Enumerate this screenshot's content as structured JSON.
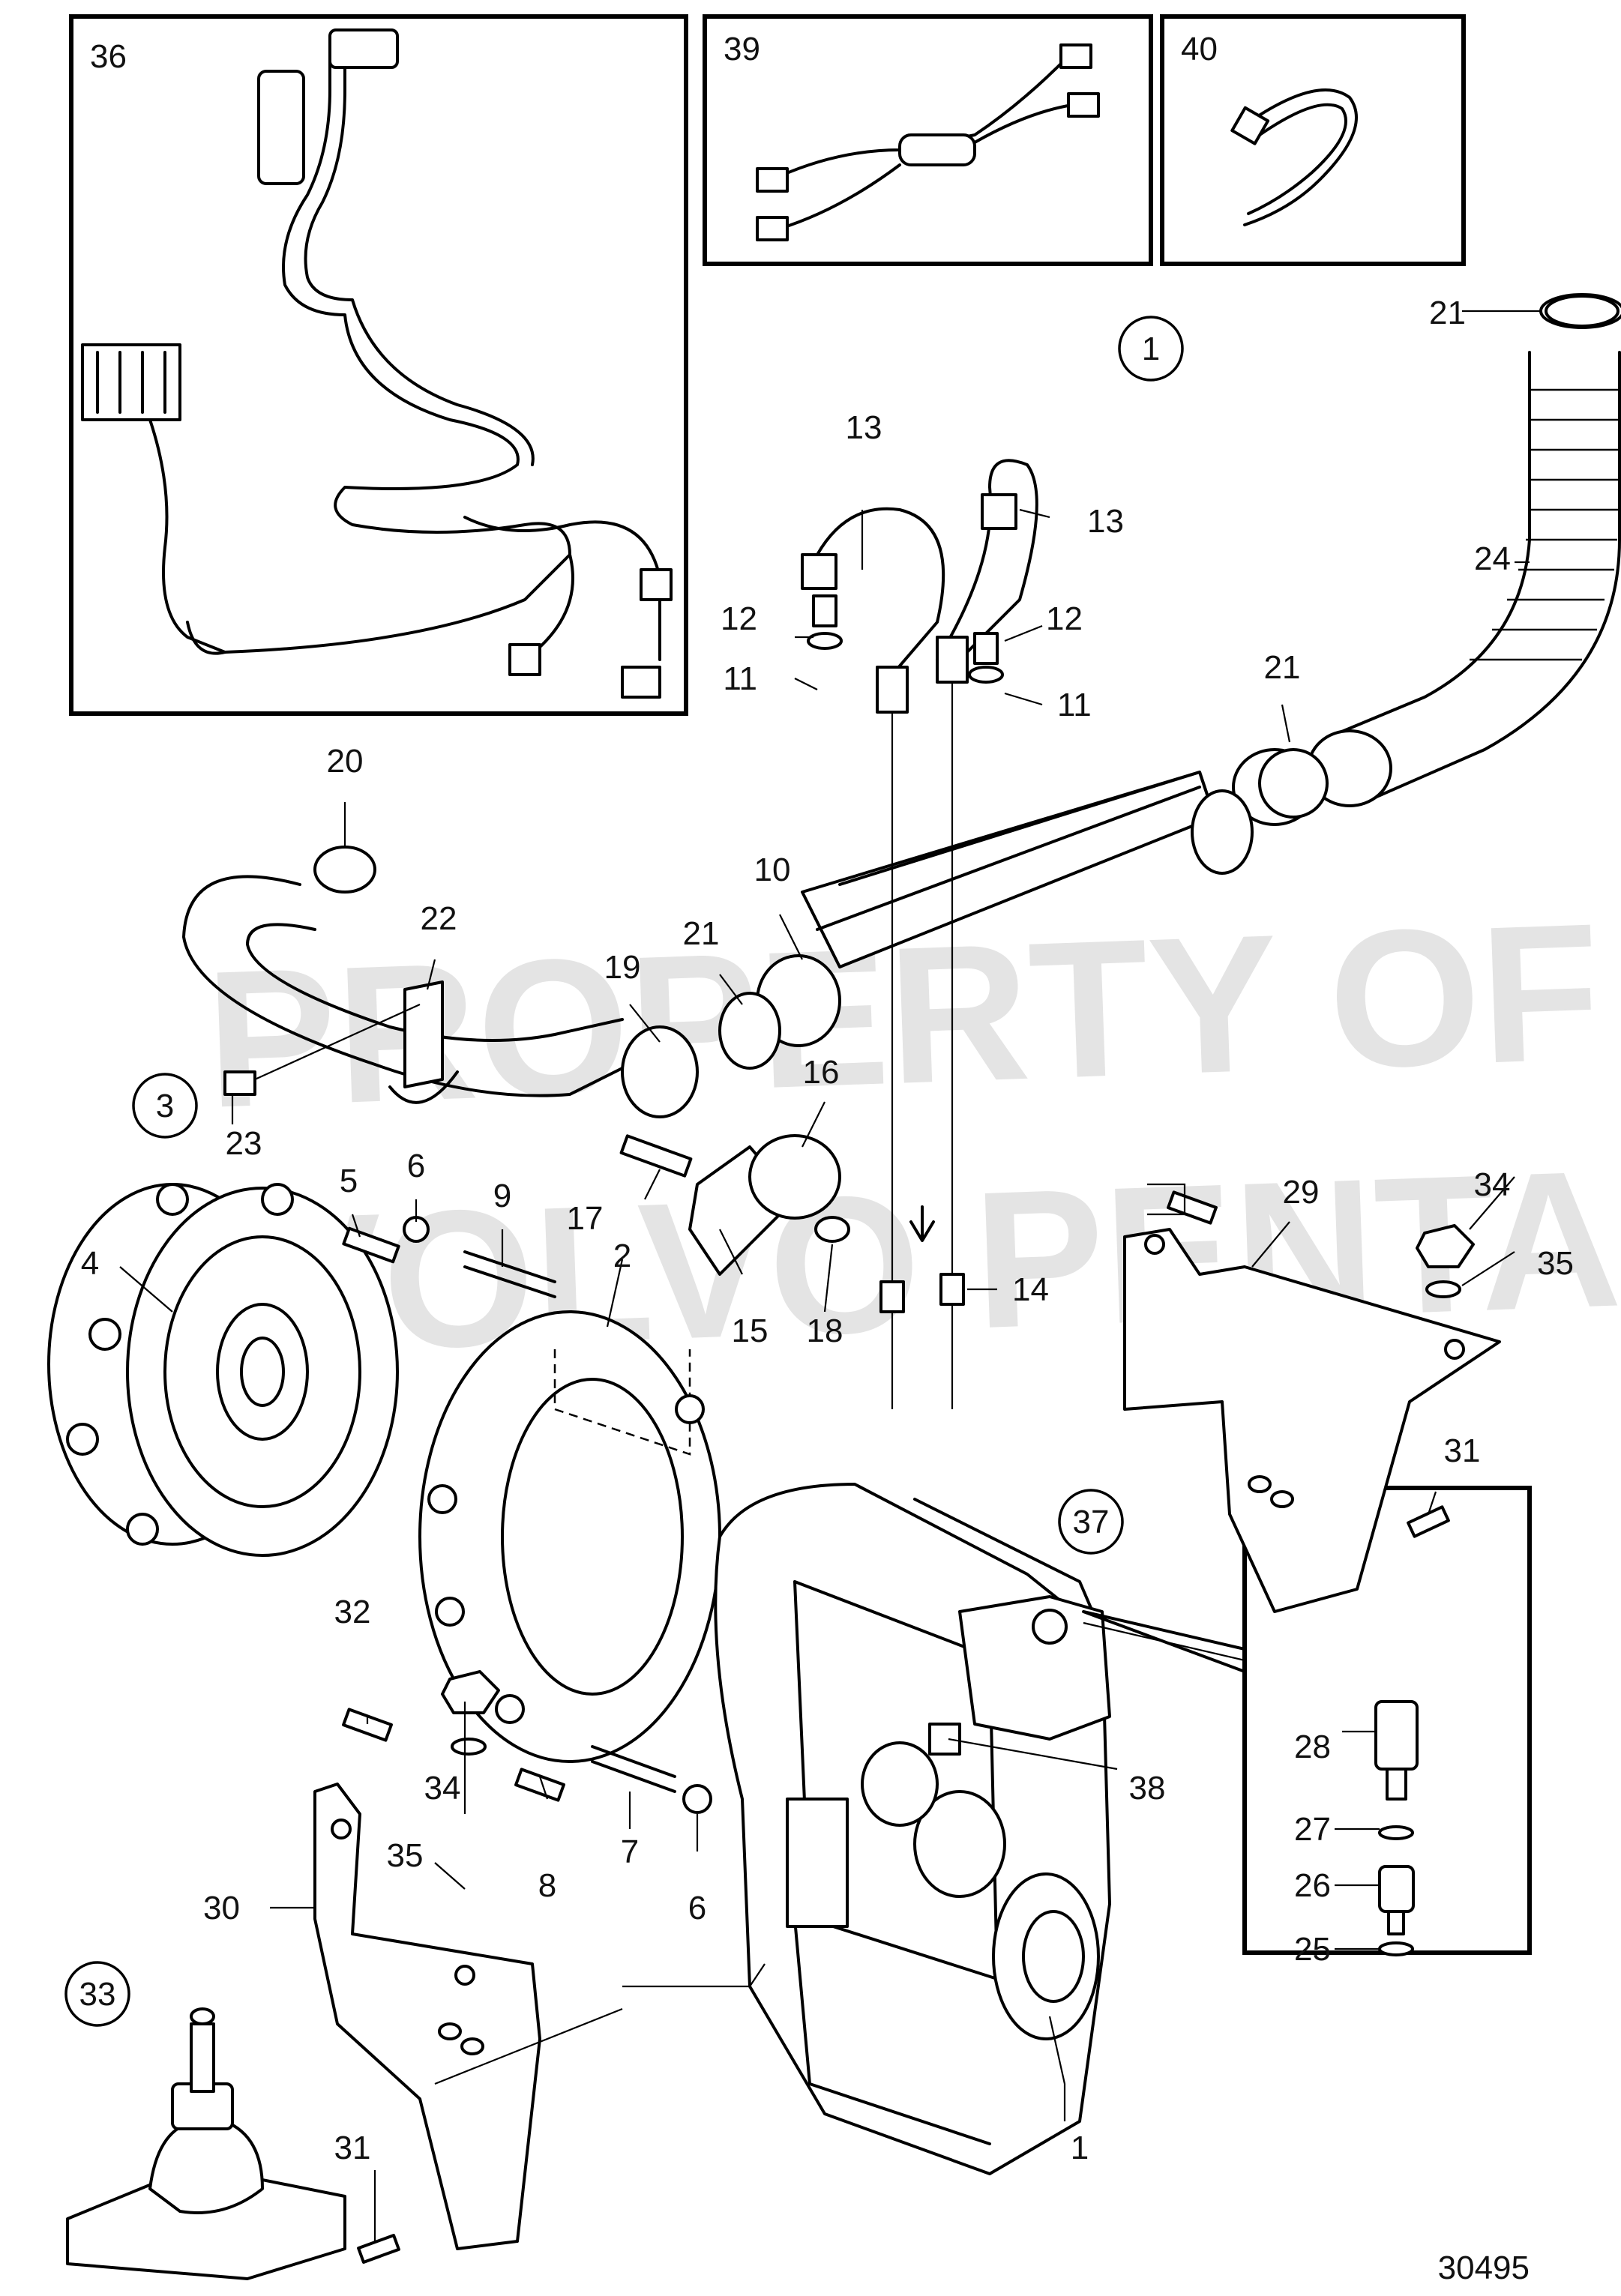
{
  "watermark": {
    "line1": "PROPERTY OF",
    "line2": "VOLVO PENTA"
  },
  "drawing_number": "30495",
  "callouts": {
    "c1": "1",
    "c2": "2",
    "c3": "3",
    "c4": "4",
    "c5": "5",
    "c6": "6",
    "c6b": "6",
    "c7": "7",
    "c8": "8",
    "c9": "9",
    "c10": "10",
    "c11": "11",
    "c11b": "11",
    "c12": "12",
    "c12b": "12",
    "c13": "13",
    "c13b": "13",
    "c14": "14",
    "c15": "15",
    "c16": "16",
    "c17": "17",
    "c18": "18",
    "c19": "19",
    "c20": "20",
    "c21": "21",
    "c21b": "21",
    "c21c": "21",
    "c22": "22",
    "c23": "23",
    "c24": "24",
    "c25": "25",
    "c26": "26",
    "c27": "27",
    "c28": "28",
    "c29": "29",
    "c30": "30",
    "c31": "31",
    "c31b": "31",
    "c32": "32",
    "c33": "33",
    "c34": "34",
    "c34b": "34",
    "c35": "35",
    "c35b": "35",
    "c36": "36",
    "c37": "37",
    "c38": "38",
    "c39": "39",
    "c40": "40"
  },
  "circled": {
    "k1": "1",
    "k3": "3",
    "k33": "33",
    "k37": "37"
  }
}
